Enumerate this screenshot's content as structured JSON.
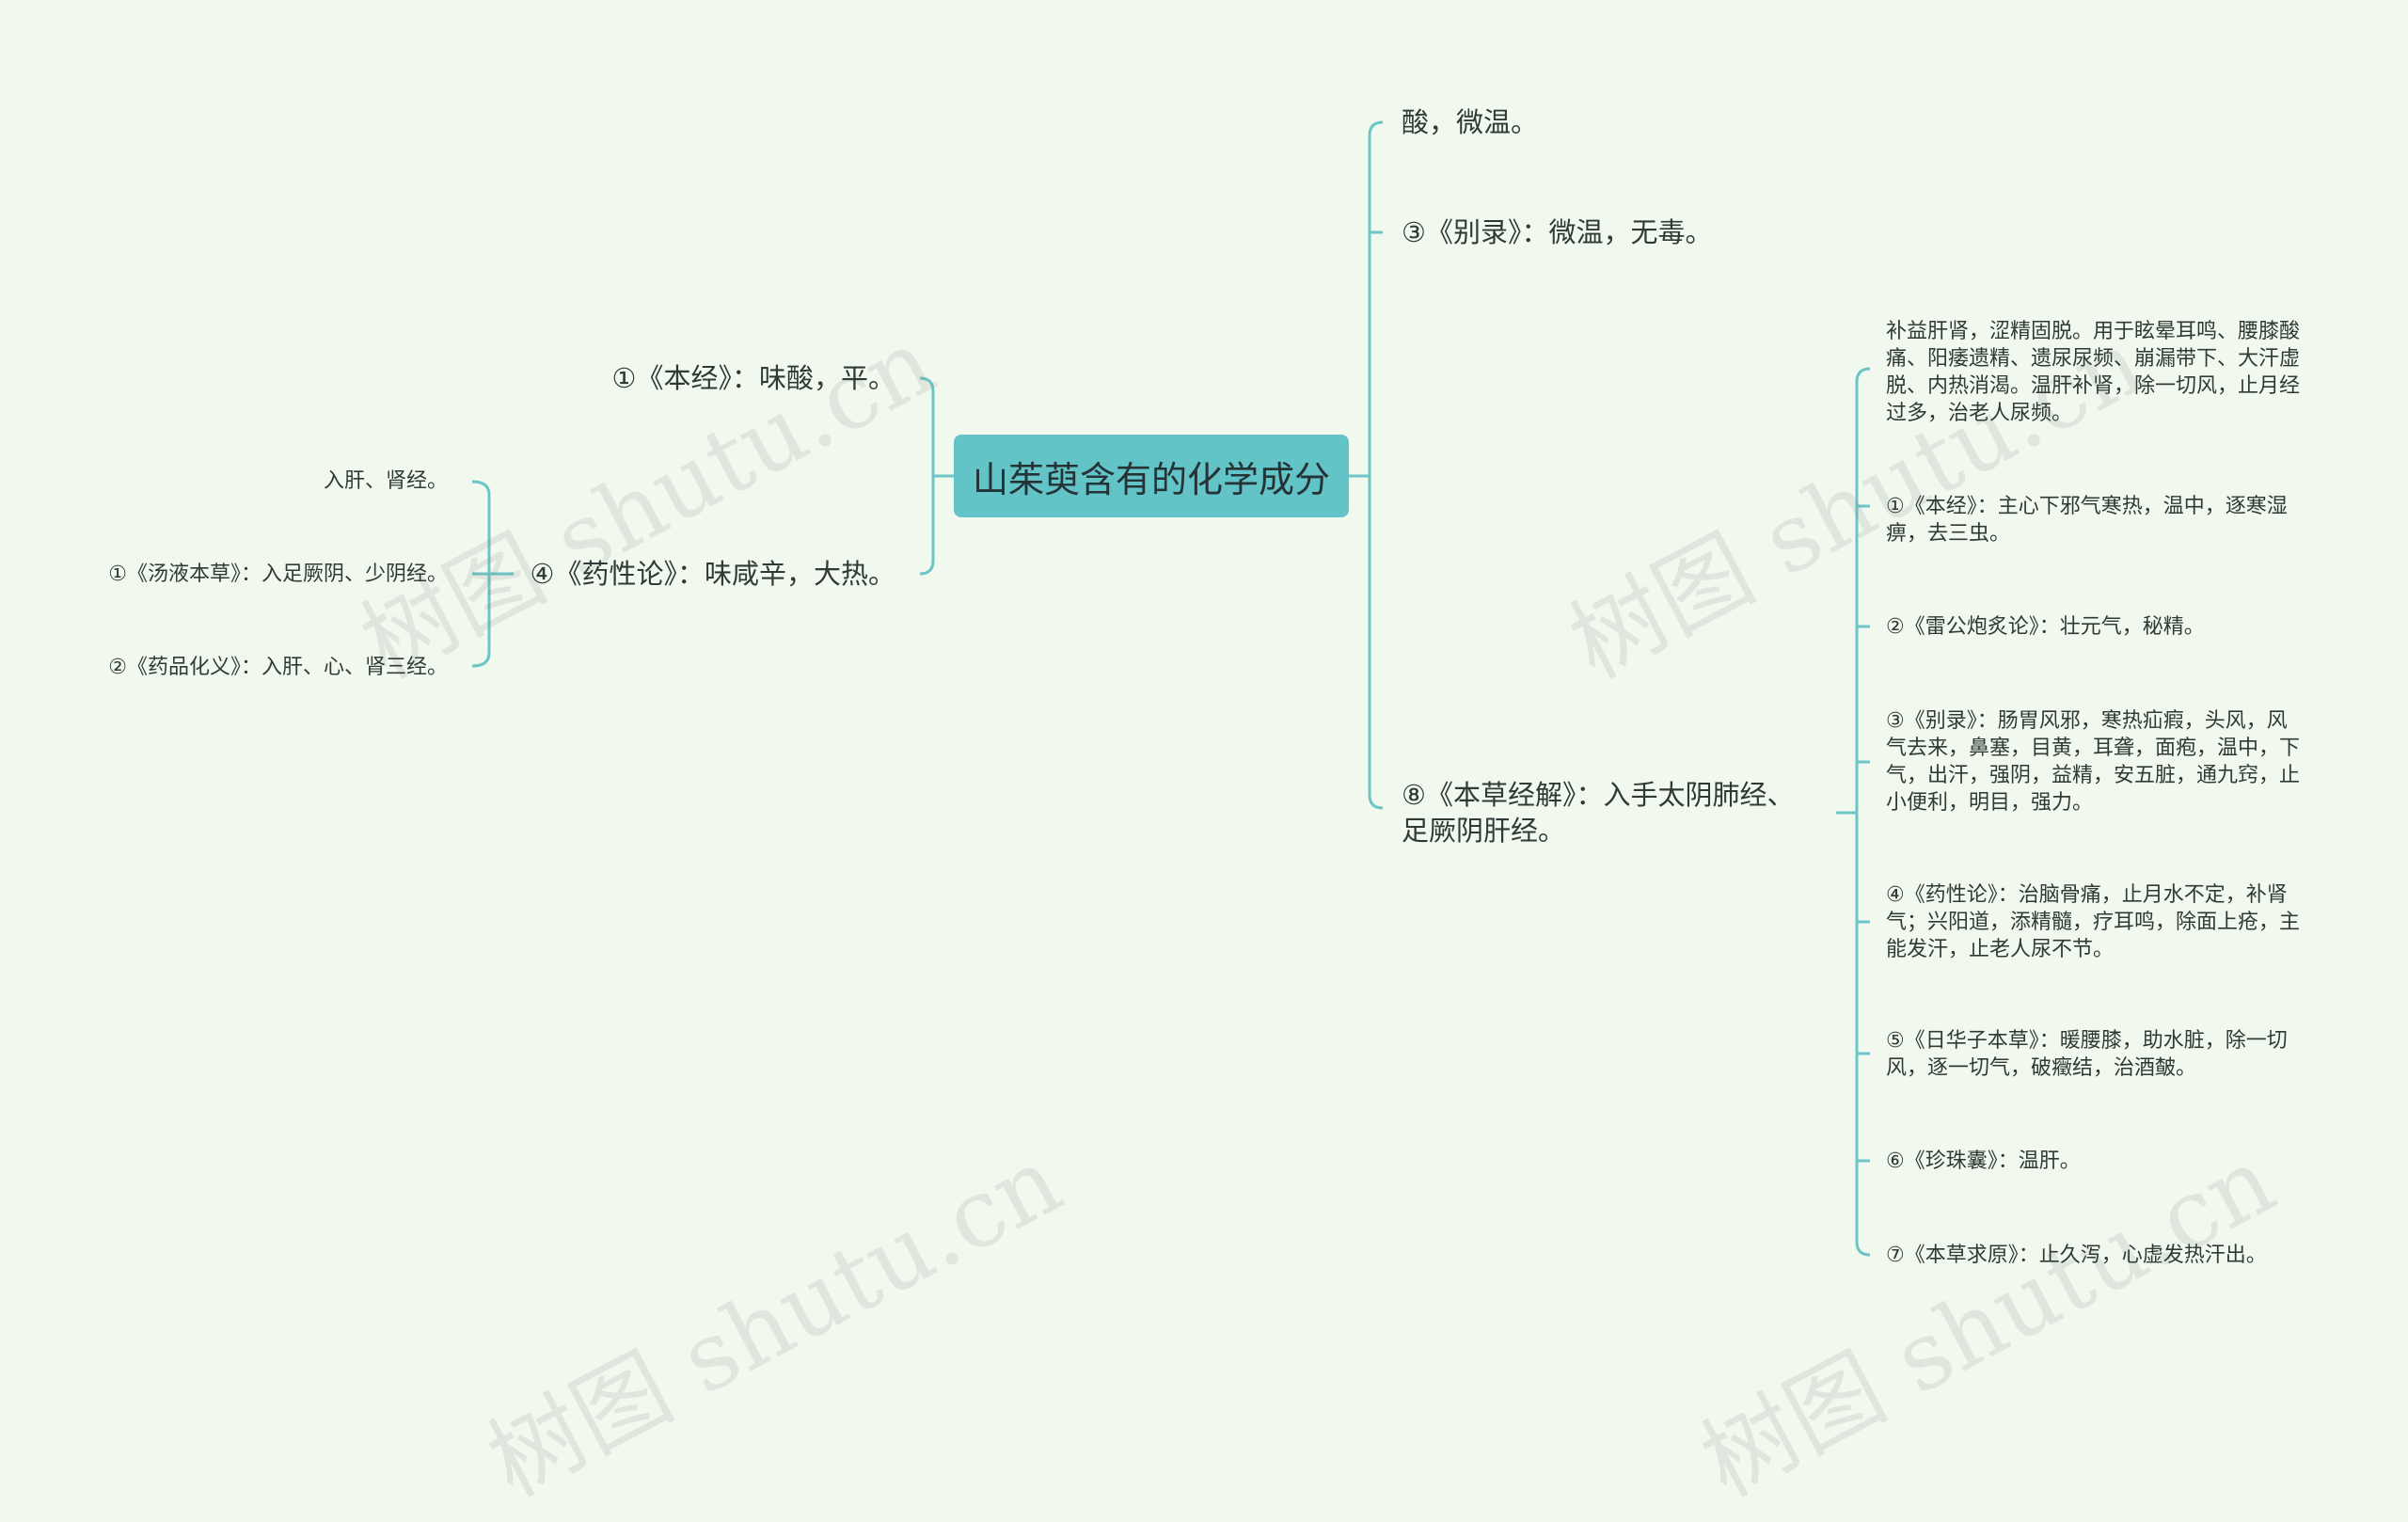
{
  "root": "山茱萸含有的化学成分",
  "right": [
    {
      "text": "酸，微温。"
    },
    {
      "text": "③《别录》：微温，无毒。"
    },
    {
      "text": "⑧《本草经解》：入手太阴肺经、\n足厥阴肝经。",
      "children": [
        "补益肝肾，涩精固脱。用于眩晕耳鸣、腰膝酸\n痛、阳痿遗精、遗尿尿频、崩漏带下、大汗虚\n脱、内热消渴。温肝补肾，除一切风，止月经\n过多，治老人尿频。",
        "①《本经》：主心下邪气寒热，温中，逐寒湿\n痹，去三虫。",
        "②《雷公炮炙论》：壮元气，秘精。",
        "③《别录》：肠胃风邪，寒热疝瘕，头风，风\n气去来，鼻塞，目黄，耳聋，面疱，温中，下\n气，出汗，强阴，益精，安五脏，通九窍，止\n小便利，明目，强力。",
        "④《药性论》：治脑骨痛，止月水不定，补肾\n气；兴阳道，添精髓，疗耳鸣，除面上疮，主\n能发汗，止老人尿不节。",
        "⑤《日华子本草》：暖腰膝，助水脏，除一切\n风，逐一切气，破癥结，治酒皶。",
        "⑥《珍珠囊》：温肝。",
        "⑦《本草求原》：止久泻，心虚发热汗出。"
      ]
    }
  ],
  "left": [
    {
      "text": "①《本经》：味酸，平。"
    },
    {
      "text": "④《药性论》：味咸辛，大热。",
      "children": [
        "入肝、肾经。",
        "①《汤液本草》：入足厥阴、少阴经。",
        "②《药品化义》：入肝、心、肾三经。"
      ]
    }
  ],
  "watermark": "树图 shutu.cn",
  "colors": {
    "background": "#f1f9ef",
    "root_fill": "#62c4c7",
    "link": "#6cc5c7"
  }
}
